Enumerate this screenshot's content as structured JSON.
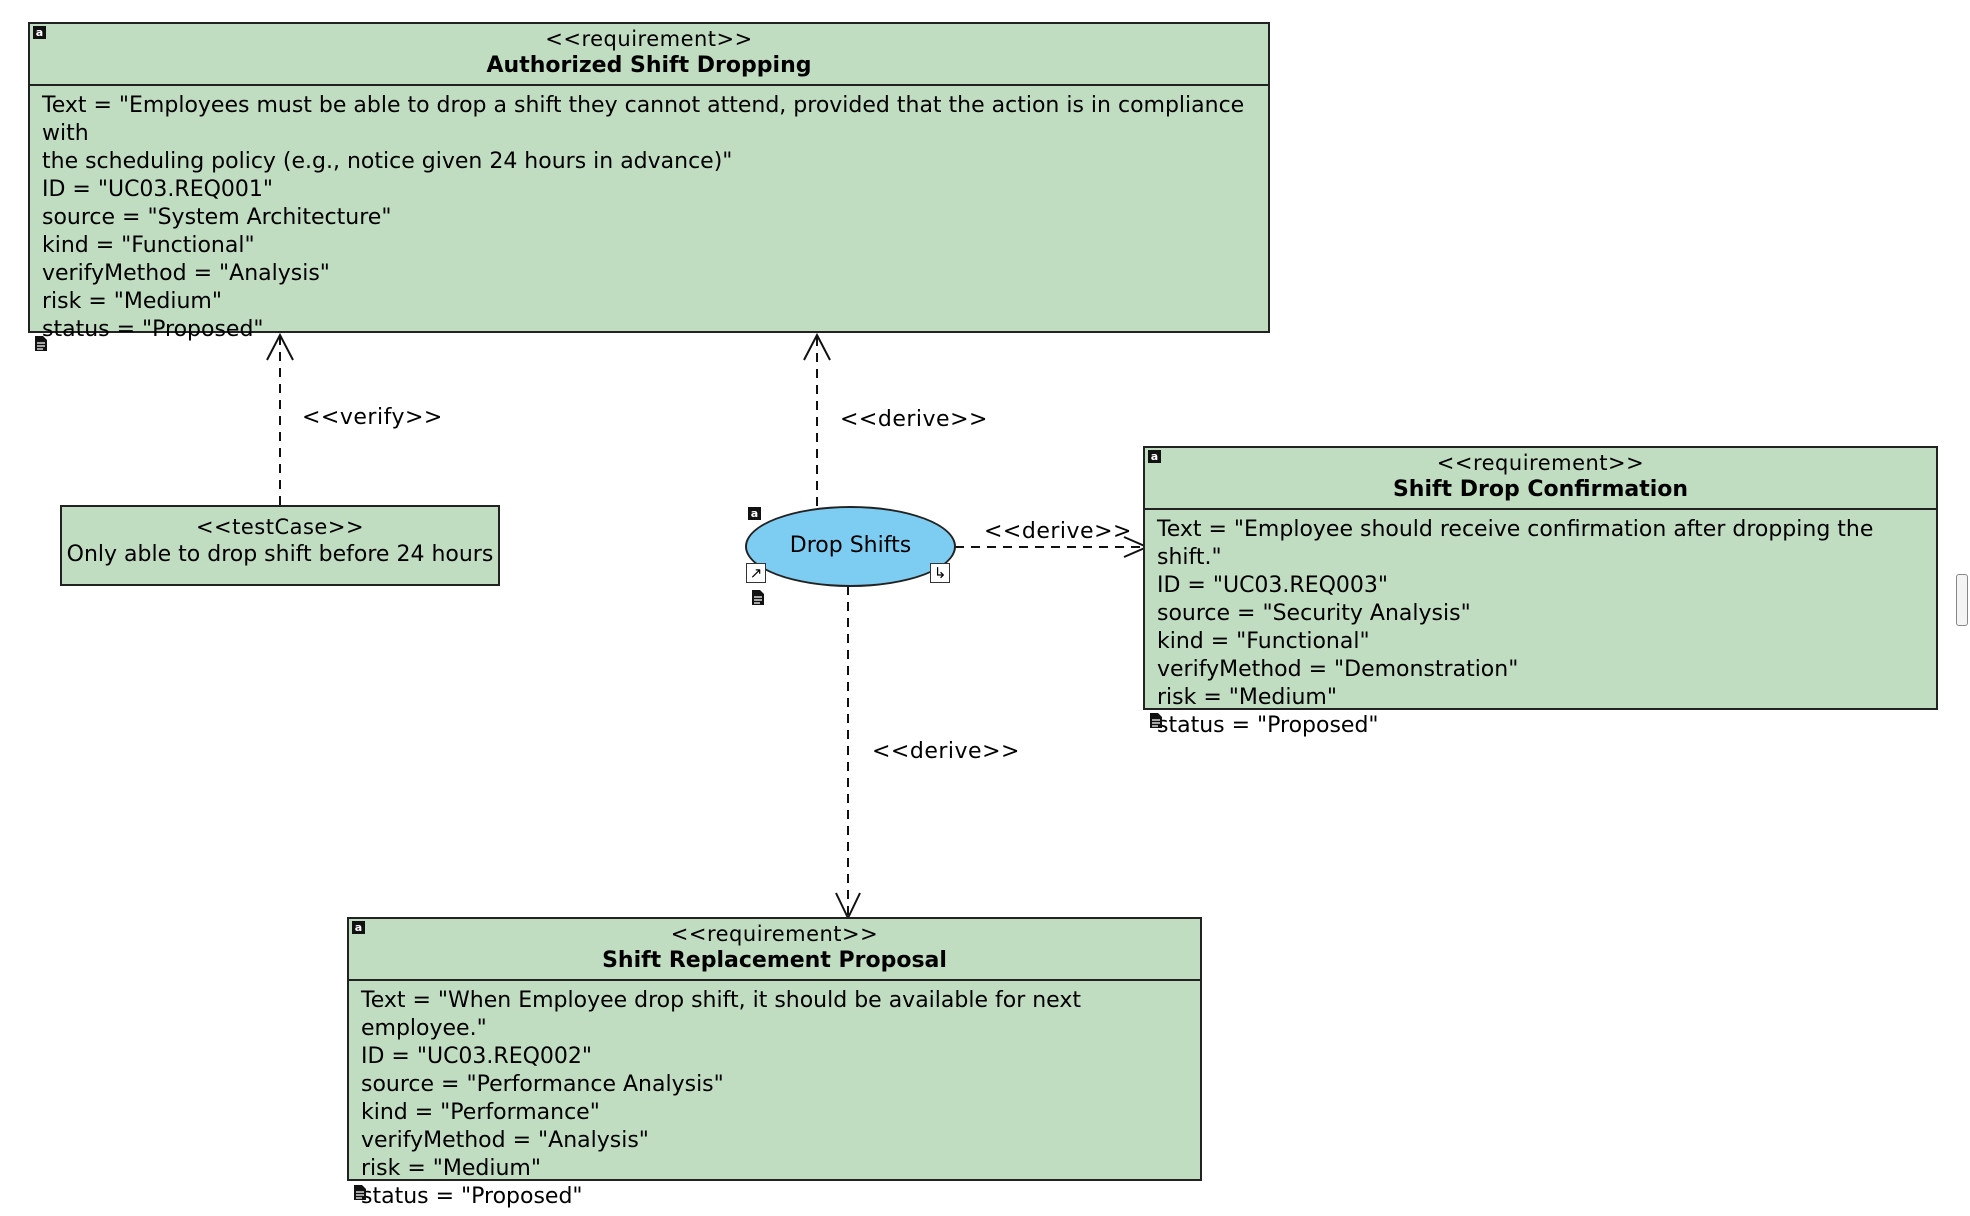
{
  "requirements": {
    "authorized_shift_dropping": {
      "stereotype": "<<requirement>>",
      "name": "Authorized Shift Dropping",
      "props": [
        "Text = \"Employees must be able to drop a shift they cannot attend, provided that the action is in compliance with",
        "the scheduling policy (e.g., notice given 24 hours in advance)\"",
        "ID = \"UC03.REQ001\"",
        "source = \"System Architecture\"",
        "kind = \"Functional\"",
        "verifyMethod = \"Analysis\"",
        "risk = \"Medium\"",
        "status = \"Proposed\""
      ]
    },
    "shift_drop_confirmation": {
      "stereotype": "<<requirement>>",
      "name": "Shift Drop Confirmation",
      "props": [
        "Text = \"Employee should receive confirmation after dropping the shift.\"",
        "ID = \"UC03.REQ003\"",
        "source = \"Security Analysis\"",
        "kind = \"Functional\"",
        "verifyMethod = \"Demonstration\"",
        "risk = \"Medium\"",
        "status = \"Proposed\""
      ]
    },
    "shift_replacement_proposal": {
      "stereotype": "<<requirement>>",
      "name": "Shift Replacement Proposal",
      "props": [
        "Text = \"When Employee drop shift, it should be available for next employee.\"",
        "ID = \"UC03.REQ002\"",
        "source = \"Performance Analysis\"",
        "kind = \"Performance\"",
        "verifyMethod = \"Analysis\"",
        "risk = \"Medium\"",
        "status = \"Proposed\""
      ]
    }
  },
  "test_case": {
    "stereotype": "<<testCase>>",
    "name": "Only able to drop shift before 24 hours"
  },
  "use_case": {
    "name": "Drop Shifts"
  },
  "edges": {
    "verify_label": "<<verify>>",
    "derive_up_label": "<<derive>>",
    "derive_right_label": "<<derive>>",
    "derive_down_label": "<<derive>>"
  },
  "icons": {
    "corner_marker": "a",
    "element_icon": "note-icon"
  },
  "colors": {
    "requirement_fill": "#c0dcc1",
    "use_case_fill": "#7dcdf3"
  }
}
